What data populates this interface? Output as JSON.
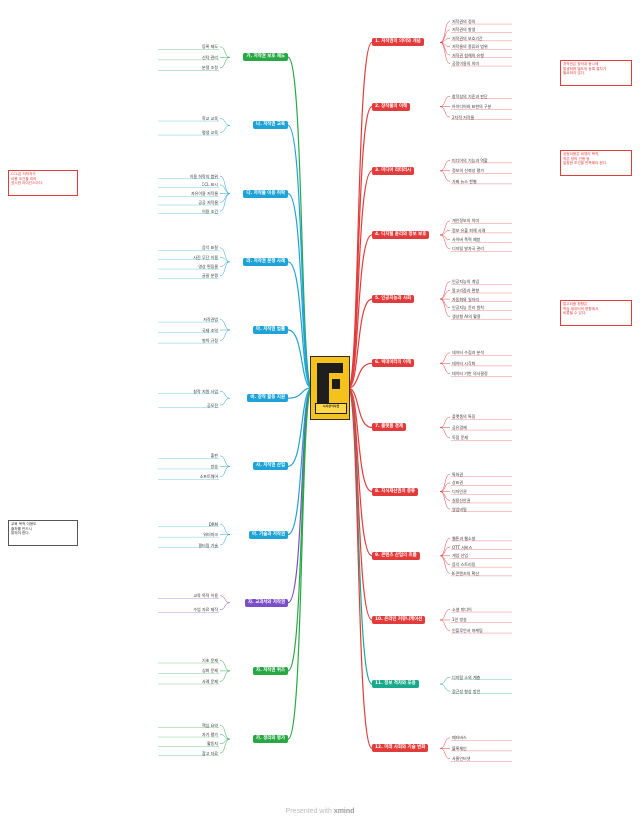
{
  "center": {
    "title": "시사상식사전",
    "subtitle": "2020"
  },
  "footer": {
    "presented_with": "Presented with",
    "brand": "xmind"
  },
  "colors": {
    "red": "#e23b3b",
    "orange": "#f08a24",
    "green": "#28a745",
    "blue": "#1fa3d6",
    "teal": "#1aa98c",
    "purple": "#7a4fc9",
    "dark": "#2d2d2d"
  },
  "right_branches": [
    {
      "label": "1. 저작권의 의미와 개념",
      "color": "red",
      "children": [
        "저작권의 정의",
        "저작권의 발생",
        "저작권의 보호기간",
        "저작물의 종류와 범위",
        "저작권 침해의 유형",
        "공정이용의 의미"
      ]
    },
    {
      "label": "2. 창작물의 이해",
      "color": "red",
      "children": [
        "창작성의 기준과 판단",
        "아이디어와 표현의 구분",
        "2차적 저작물"
      ]
    },
    {
      "label": "3. 미디어 리터러시",
      "color": "red",
      "children": [
        "미디어의 기능과 역할",
        "정보의 신뢰성 평가",
        "가짜 뉴스 판별"
      ]
    },
    {
      "label": "4. 디지털 윤리와 정보 보호",
      "color": "red",
      "children": [
        "개인정보의 의미",
        "정보 유출 피해 사례",
        "사이버 폭력 예방",
        "디지털 발자국 관리"
      ]
    },
    {
      "label": "5. 인공지능과 사회",
      "color": "red",
      "children": [
        "인공지능의 개념",
        "알고리즘과 편향",
        "자동화와 일자리",
        "인공지능 윤리 원칙",
        "생성형 AI의 활용"
      ]
    },
    {
      "label": "6. 빅데이터의 이해",
      "color": "red",
      "children": [
        "데이터 수집과 분석",
        "데이터 시각화",
        "데이터 기반 의사결정"
      ]
    },
    {
      "label": "7. 플랫폼 경제",
      "color": "red",
      "children": [
        "플랫폼의 특징",
        "공유경제",
        "독점 문제"
      ]
    },
    {
      "label": "8. 지식재산권의 종류",
      "color": "red",
      "children": [
        "특허권",
        "상표권",
        "디자인권",
        "실용신안권",
        "영업비밀"
      ]
    },
    {
      "label": "9. 콘텐츠 산업의 흐름",
      "color": "red",
      "children": [
        "웹툰과 웹소설",
        "OTT 서비스",
        "게임 산업",
        "음악 스트리밍",
        "K-콘텐츠의 확산"
      ]
    },
    {
      "label": "10. 온라인 커뮤니케이션",
      "color": "red",
      "children": [
        "소셜 미디어",
        "1인 방송",
        "인플루언서 마케팅"
      ]
    },
    {
      "label": "11. 정보 격차와 포용",
      "color": "teal",
      "children": [
        "디지털 소외 계층",
        "접근성 향상 방안"
      ]
    },
    {
      "label": "12. 미래 사회와 기술 변화",
      "color": "red",
      "children": [
        "메타버스",
        "블록체인",
        "사물인터넷"
      ]
    }
  ],
  "left_branches": [
    {
      "label": "가. 저작권 보호 제도",
      "color": "green",
      "children": [
        "등록 제도",
        "신탁 관리",
        "분쟁 조정"
      ]
    },
    {
      "label": "나. 저작권 교육",
      "color": "blue",
      "children": [
        "학교 교육",
        "평생 교육"
      ]
    },
    {
      "label": "다. 저작물 이용 허락",
      "color": "blue",
      "children": [
        "이용 허락의 범위",
        "CCL 표시",
        "자유이용 저작물",
        "공공 저작물",
        "이용 조건"
      ]
    },
    {
      "label": "라. 저작권 분쟁 사례",
      "color": "blue",
      "children": [
        "음악 표절",
        "사진 무단 이용",
        "영상 편집물",
        "글꼴 분쟁"
      ]
    },
    {
      "label": "마. 저작권 법률",
      "color": "blue",
      "children": [
        "저작권법",
        "국제 조약",
        "벌칙 규정"
      ]
    },
    {
      "label": "바. 창작 활동 지원",
      "color": "blue",
      "children": [
        "창작 지원 사업",
        "공모전"
      ]
    },
    {
      "label": "사. 저작권 산업",
      "color": "blue",
      "children": [
        "출판",
        "방송",
        "소프트웨어"
      ]
    },
    {
      "label": "아. 기술과 저작권",
      "color": "blue",
      "children": [
        "DRM",
        "워터마크",
        "필터링 기술"
      ]
    },
    {
      "label": "자. 교과서와 저작권",
      "color": "purple",
      "children": [
        "교육 목적 이용",
        "수업 자료 제작"
      ]
    },
    {
      "label": "차. 저작권 퀴즈",
      "color": "green",
      "children": [
        "기초 문제",
        "심화 문제",
        "사례 문제"
      ]
    },
    {
      "label": "카. 정리와 평가",
      "color": "green",
      "children": [
        "핵심 요약",
        "자기 평가",
        "활동지",
        "참고 자료"
      ]
    }
  ],
  "notes": [
    {
      "text": "저작권은 창작과 동시에\n발생하며 별도의 등록 절차가\n필요하지 않다.",
      "color": "red"
    },
    {
      "text": "공정이용은 비영리 목적,\n적은 양의 인용 등\n일정한 조건을 만족해야 한다.",
      "color": "red"
    },
    {
      "text": "알고리즘 편향은\n학습 데이터의 편향에서\n비롯될 수 있다.",
      "color": "red"
    },
    {
      "text": "CCL은 저작자가\n이용 조건을 미리\n표시한 라이선스이다.",
      "color": "red"
    },
    {
      "text": "교육 목적 이용도\n출처를 반드시\n밝혀야 한다.",
      "color": "black"
    }
  ]
}
